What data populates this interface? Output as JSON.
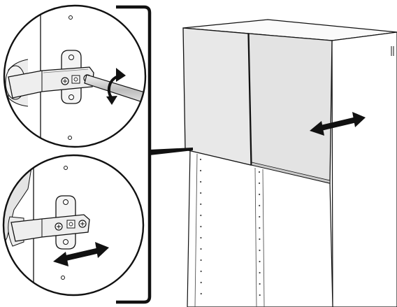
{
  "illustration": {
    "panels": [
      {
        "detail": "hinge-screw-adjust",
        "rotation_arrow": "curved-double-arrow"
      },
      {
        "detail": "hinge-lateral-adjust",
        "adjust_arrow": "horizontal-double-arrow"
      }
    ],
    "cabinet": {
      "doors": 2,
      "door_adjust_arrow": "horizontal-double-arrow"
    },
    "colors": {
      "line": "#111111",
      "door": "#e6e6e6",
      "door_dark": "#d2d2d2",
      "cabinet": "#ffffff",
      "hinge": "#f2f2f2",
      "screwdriver": "#d9d9d9"
    }
  }
}
